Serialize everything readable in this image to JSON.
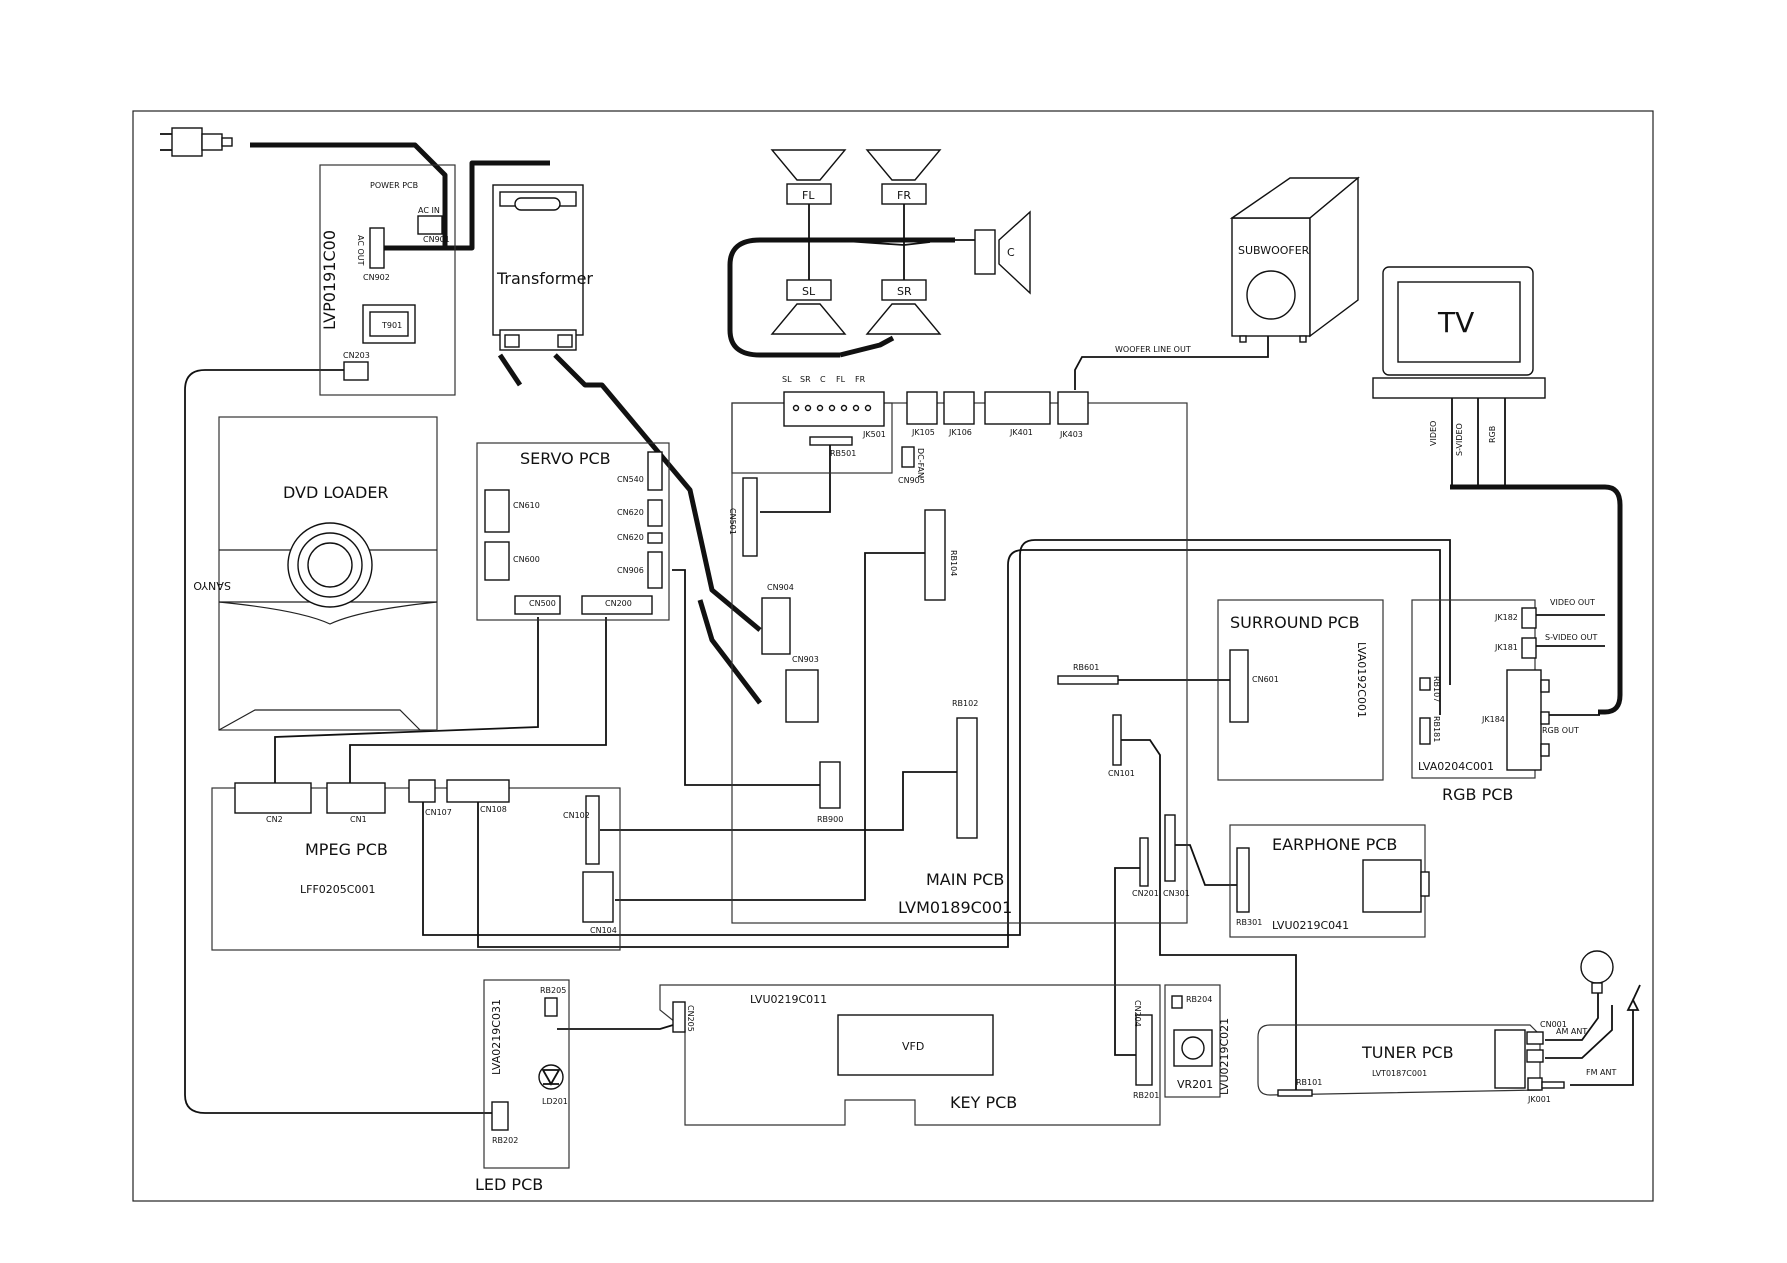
{
  "boards": {
    "power_pcb": "POWER PCB",
    "power_part": "LVP0191C00",
    "transformer": "Transformer",
    "dvd_loader": "DVD LOADER",
    "dvd_brand": "SANYO",
    "servo_pcb": "SERVO  PCB",
    "mpeg_pcb": "MPEG PCB",
    "mpeg_part": "LFF0205C001",
    "main_pcb": "MAIN PCB",
    "main_part": "LVM0189C001",
    "surround_pcb": "SURROUND PCB",
    "surround_part": "LVA0192C001",
    "rgb_pcb": "RGB PCB",
    "rgb_part": "LVA0204C001",
    "earphone_pcb": "EARPHONE  PCB",
    "earphone_part": "LVU0219C041",
    "tuner_pcb": "TUNER PCB",
    "tuner_part": "LVT0187C001",
    "key_pcb": "KEY  PCB",
    "key_part": "LVU0219C011",
    "vfd": "VFD",
    "led_pcb": "LED PCB",
    "led_part": "LVA0219C031",
    "vr_part": "LVU0219C021",
    "tv": "TV",
    "subwoofer": "SUBWOOFER"
  },
  "speakers": {
    "fl": "FL",
    "fr": "FR",
    "sl": "SL",
    "sr": "SR",
    "c": "C"
  },
  "connectors": {
    "ac_in": "AC IN",
    "cn901": "CN901",
    "ac_out": "AC OUT",
    "cn902": "CN902",
    "t901": "T901",
    "cn203": "CN203",
    "cn540": "CN540",
    "cn610": "CN610",
    "cn620a": "CN620",
    "cn620b": "CN620",
    "cn600": "CN600",
    "cn906": "CN906",
    "cn500": "CN500",
    "cn200": "CN200",
    "cn2": "CN2",
    "cn1": "CN1",
    "cn107": "CN107",
    "cn108": "CN108",
    "cn102": "CN102",
    "cn104": "CN104",
    "jk_sl": "SL",
    "jk_sr": "SR",
    "jk_c": "C",
    "jk_fl": "FL",
    "jk_fr": "FR",
    "jk501": "JK501",
    "jk105": "JK105",
    "jk106": "JK106",
    "jk401": "JK401",
    "jk403": "JK403",
    "rb501": "RB501",
    "dcfan": "DC-FAN",
    "cn905": "CN905",
    "cn501": "CN501",
    "rb104": "RB104",
    "cn904": "CN904",
    "cn903": "CN903",
    "rb102": "RB102",
    "rb900": "RB900",
    "rb601": "RB601",
    "cn601": "CN601",
    "cn101": "CN101",
    "cn201": "CN201",
    "cn301": "CN301",
    "rb301": "RB301",
    "jk182": "JK182",
    "jk181": "JK181",
    "jk184": "JK184",
    "rb107": "RB107",
    "rb181": "RB181",
    "video_out": "VIDEO OUT",
    "svideo_out": "S-VIDEO OUT",
    "rgb_out": "RGB OUT",
    "woofer_line_out": "WOOFER LINE OUT",
    "tv_video": "VIDEO",
    "tv_svideo": "S-VIDEO",
    "tv_rgb": "RGB",
    "cn001": "CN001",
    "am_ant": "AM ANT",
    "fm_ant": "FM ANT",
    "jk001": "JK001",
    "rb101": "RB101",
    "rb205": "RB205",
    "ld201": "LD201",
    "rb202": "RB202",
    "cn205": "CN205",
    "cn204": "CN204",
    "rb204": "RB204",
    "rb201": "RB201",
    "vr201": "VR201"
  }
}
